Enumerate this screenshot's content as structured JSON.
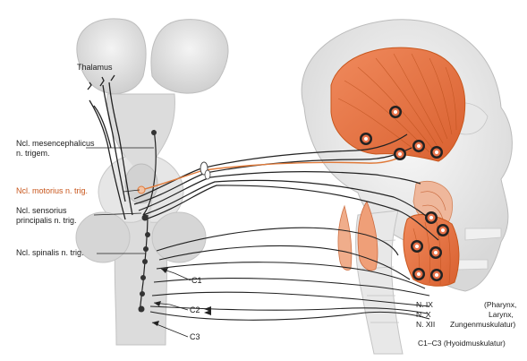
{
  "labels": {
    "thalamus": "Thalamus",
    "mesencephalicus_1": "Ncl. mesencephalicus",
    "mesencephalicus_2": "n. trigem.",
    "motorius": "Ncl. motorius n. trig.",
    "sensorius_1": "Ncl. sensorius",
    "sensorius_2": "principalis n. trig.",
    "spinalis": "Ncl. spinalis n. trig.",
    "c1": "C1",
    "c2": "C2",
    "c3": "C3",
    "n_ix": "N. IX",
    "n_x": "N. X",
    "n_xii": "N. XII",
    "pharynx": "(Pharynx,",
    "larynx": "Larynx,",
    "zungen": "Zungenmuskulatur)",
    "c1c3": "C1–C3 (Hyoidmuskulatur)"
  },
  "colors": {
    "muscle": "#e8734a",
    "muscle_stroke": "#c8561c",
    "motor_pathway": "#e07a3a",
    "nerve": "#222222",
    "tissue": "#e3e3e3",
    "bone": "#f2f2f2"
  },
  "icons": {
    "receptor": "ringed-dot"
  }
}
